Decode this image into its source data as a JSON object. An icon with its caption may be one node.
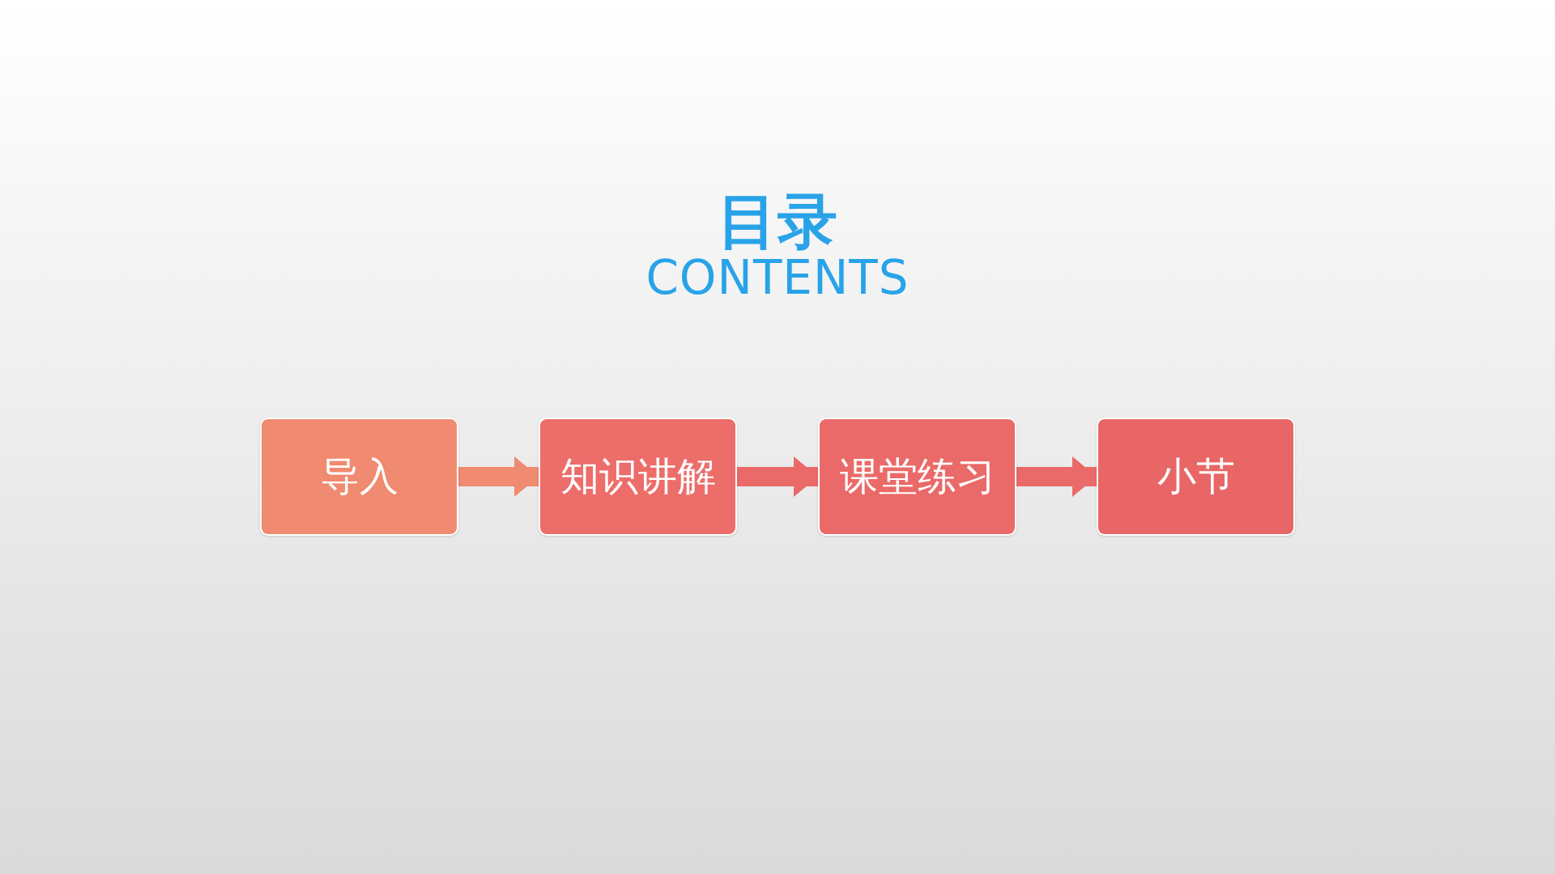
{
  "diagram": {
    "title": "目录 CONTENTS",
    "nodes": [
      {
        "text": [
          "导入"
        ]
      },
      {
        "text": [
          "知识讲解"
        ]
      },
      {
        "text": [
          "课堂练习"
        ]
      },
      {
        "text": [
          "小节"
        ]
      }
    ],
    "edges": [
      {
        "from": 0,
        "to": 1,
        "arrow": "to",
        "color": "#f08a70"
      },
      {
        "from": 1,
        "to": 2,
        "arrow": "to"
      },
      {
        "from": 2,
        "to": 3,
        "arrow": "to"
      }
    ]
  }
}
